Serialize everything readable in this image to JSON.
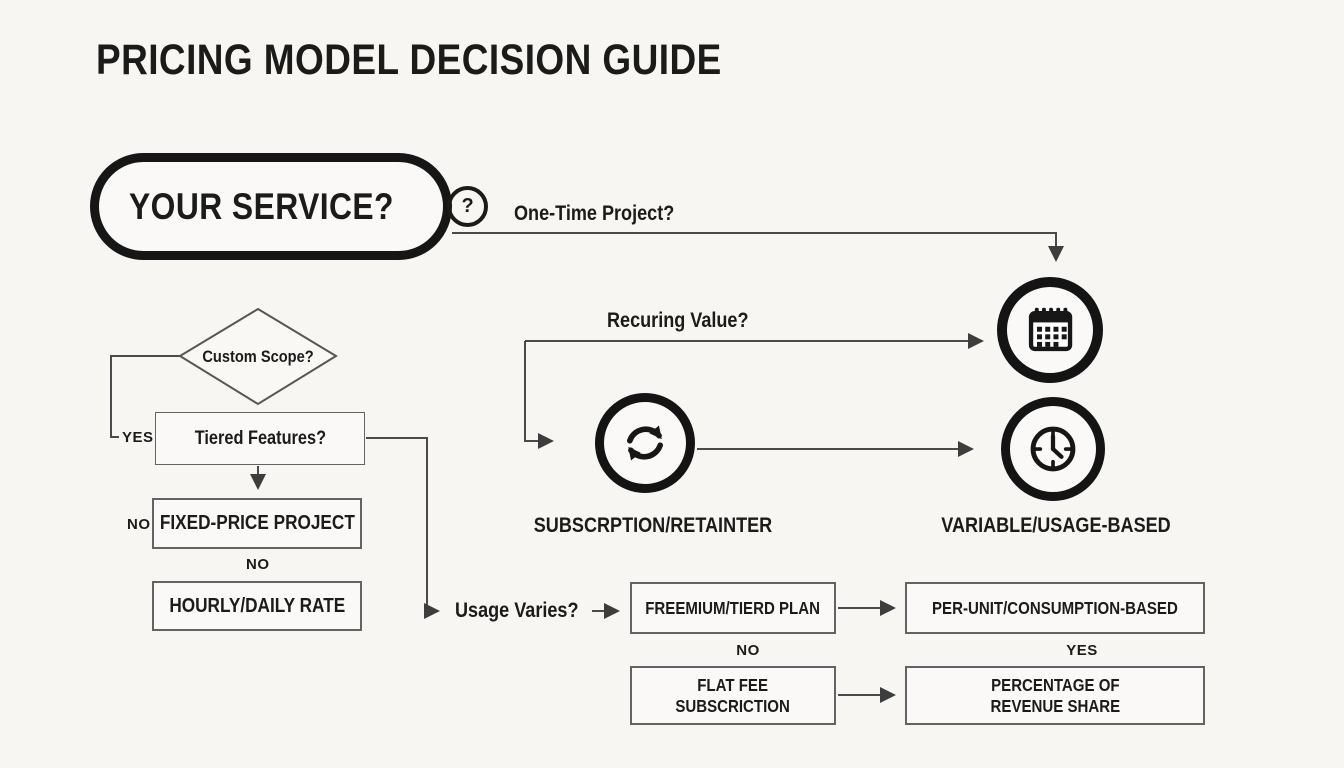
{
  "page": {
    "title": "PRICING MODEL DECISION GUIDE"
  },
  "colors": {
    "background": "#f7f6f3",
    "ink": "#1b1b1a",
    "connector_line": "#4a4a4a",
    "node_border": "#636363",
    "node_fill": "#faf9f7"
  },
  "start_node": {
    "label": "YOUR SERVICE?",
    "badge": "?"
  },
  "edge_labels": {
    "one_time": "One-Time Project?",
    "recurring": "Recuring Value?",
    "usage_varies": "Usage Varies?",
    "yes_custom_scope": "YES",
    "no_fixed_price": "NO",
    "no_hourly": "NO",
    "no_flat_fee": "NO",
    "yes_revenue": "YES"
  },
  "decision_nodes": {
    "custom_scope": "Custom Scope?",
    "tiered_features": "Tiered Features?"
  },
  "outcome_nodes": {
    "fixed_price": "FIXED-PRICE PROJECT",
    "hourly_daily": "HOURLY/DAILY RATE",
    "subscription_retainer": "SUBSCRPTION/RETAINTER",
    "variable_usage": "VARIABLE/USAGE-BASED",
    "freemium_tiered": "FREEMIUM/TIERD PLAN",
    "per_unit": "PER-UNIT/CONSUMPTION-BASED",
    "flat_fee_line1": "FLAT FEE",
    "flat_fee_line2": "SUBSCRICTION",
    "percentage_line1": "PERCENTAGE OF",
    "percentage_line2": "REVENUE SHARE"
  },
  "icons": {
    "question_circle": "question-mark-circle",
    "calendar": "calendar",
    "refresh": "subscription-cycle-arrows",
    "clock": "clock"
  }
}
